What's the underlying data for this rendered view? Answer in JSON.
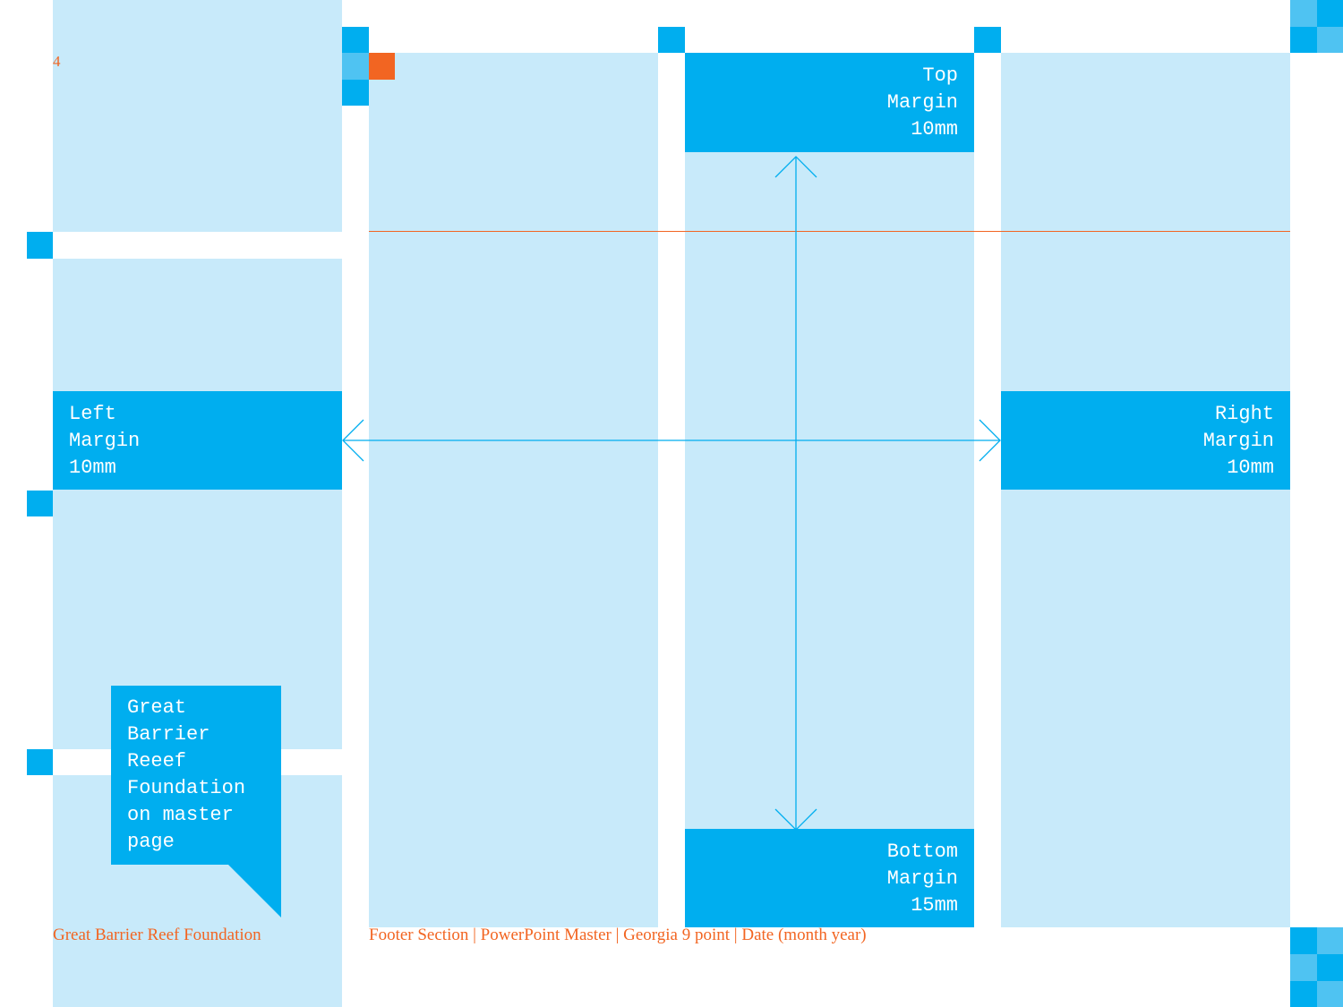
{
  "page_number": "4",
  "margins": {
    "top": {
      "line1": "Top",
      "line2": "Margin",
      "line3": "10mm"
    },
    "left": {
      "line1": "Left",
      "line2": "Margin",
      "line3": "10mm"
    },
    "right": {
      "line1": "Right",
      "line2": "Margin",
      "line3": "10mm"
    },
    "bottom": {
      "line1": "Bottom",
      "line2": "Margin",
      "line3": "15mm"
    }
  },
  "callout": {
    "lines": [
      "Great",
      "Barrier",
      "Reeef",
      "Foundation",
      "on master",
      "page"
    ]
  },
  "footer": {
    "organization": "Great Barrier Reef Foundation",
    "details": "Footer Section | PowerPoint Master | Georgia 9 point | Date (month year)"
  },
  "colors": {
    "column_fill": "#c8eafa",
    "accent_blue": "#00aeef",
    "light_blue": "#4fc3f2",
    "accent_orange": "#f26522"
  }
}
